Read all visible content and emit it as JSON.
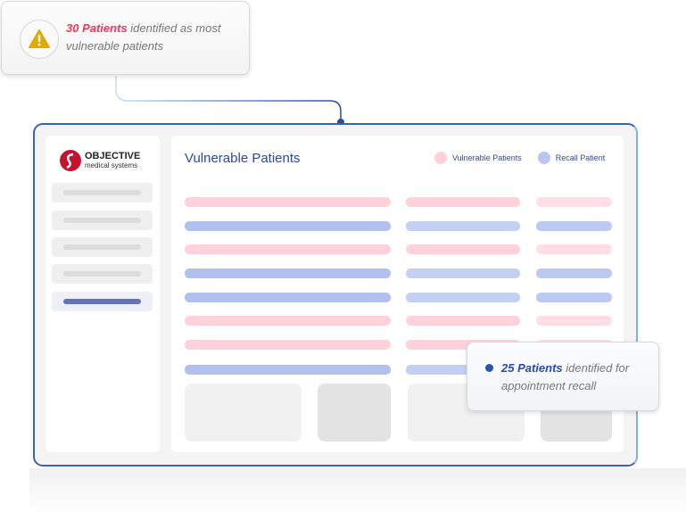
{
  "callout_vulnerable": {
    "count": "30 Patients",
    "text": "identified as most vulnerable patients"
  },
  "callout_recall": {
    "count": "25 Patients",
    "text": "identified for appointment recall"
  },
  "logo": {
    "name": "OBJECTIVE",
    "sub": "medical systems"
  },
  "main": {
    "title": "Vulnerable Patients",
    "legend": [
      {
        "label": "Vulnerable Patients",
        "color": "#ffd1db"
      },
      {
        "label": "Recall Patient",
        "color": "#b8c6f0"
      }
    ]
  },
  "rows": [
    "vulnerable",
    "recall",
    "vulnerable",
    "recall",
    "recall",
    "vulnerable",
    "vulnerable",
    "recall"
  ],
  "colors": {
    "accent_red": "#f0365a",
    "accent_blue": "#2a49a8",
    "frame": "#3a63b8"
  }
}
